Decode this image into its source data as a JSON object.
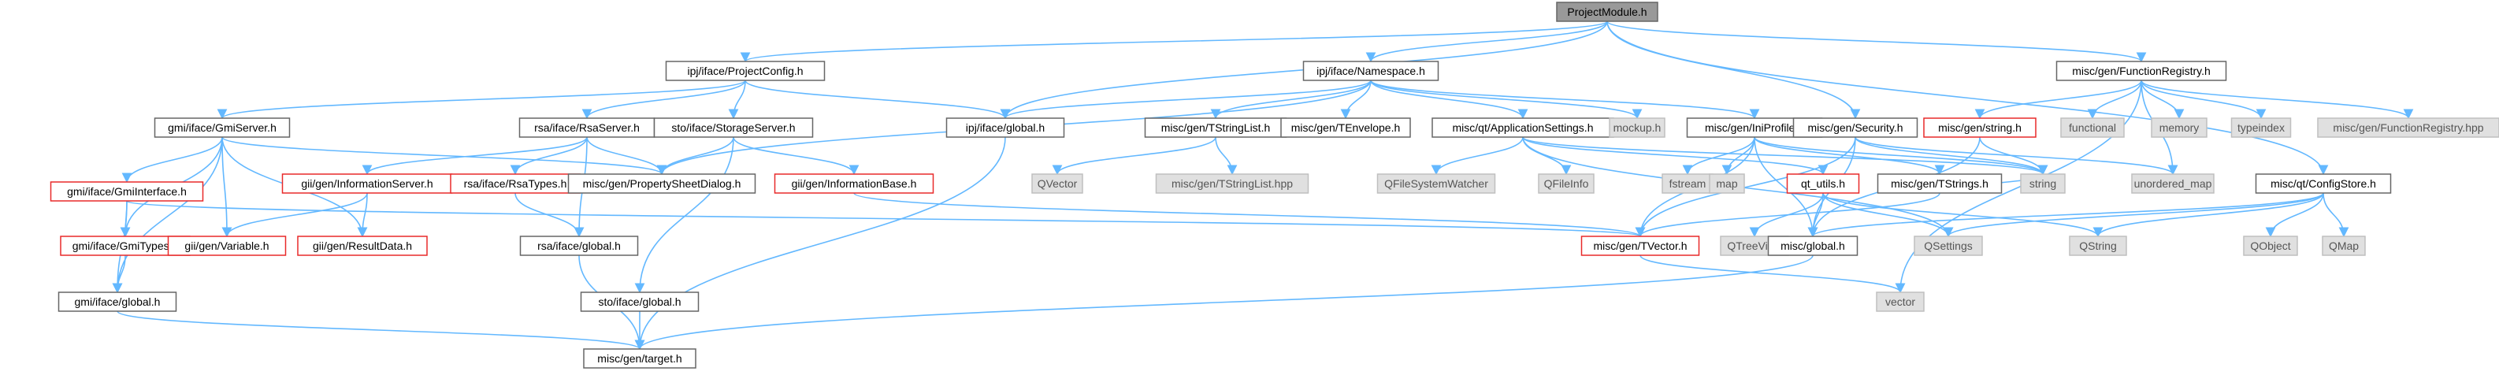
{
  "diagram": {
    "title": "ProjectModule.h",
    "colors": {
      "edge": "#63b8ff",
      "missing_border": "#e82a2a",
      "external_fill": "#e0e0e0",
      "root_fill": "#999999"
    },
    "nodes": [
      {
        "id": "projectmodule",
        "label": "ProjectModule.h",
        "kind": "root"
      },
      {
        "id": "projectconfig",
        "label": "ipj/iface/ProjectConfig.h",
        "kind": "normal"
      },
      {
        "id": "namespace",
        "label": "ipj/iface/Namespace.h",
        "kind": "normal"
      },
      {
        "id": "functionregistry",
        "label": "misc/gen/FunctionRegistry.h",
        "kind": "normal"
      },
      {
        "id": "gmiserver",
        "label": "gmi/iface/GmiServer.h",
        "kind": "normal"
      },
      {
        "id": "rsaserver",
        "label": "rsa/iface/RsaServer.h",
        "kind": "normal"
      },
      {
        "id": "storageserver",
        "label": "sto/iface/StorageServer.h",
        "kind": "normal"
      },
      {
        "id": "ipjglobal",
        "label": "ipj/iface/global.h",
        "kind": "normal"
      },
      {
        "id": "tstringlist",
        "label": "misc/gen/TStringList.h",
        "kind": "normal"
      },
      {
        "id": "tenvelope",
        "label": "misc/gen/TEnvelope.h",
        "kind": "normal"
      },
      {
        "id": "appsettings",
        "label": "misc/qt/ApplicationSettings.h",
        "kind": "normal"
      },
      {
        "id": "mockup",
        "label": "mockup.h",
        "kind": "external"
      },
      {
        "id": "iniprofile",
        "label": "misc/gen/IniProfile.h",
        "kind": "normal"
      },
      {
        "id": "security",
        "label": "misc/gen/Security.h",
        "kind": "normal"
      },
      {
        "id": "miscstring",
        "label": "misc/gen/string.h",
        "kind": "missing"
      },
      {
        "id": "functional",
        "label": "functional",
        "kind": "external"
      },
      {
        "id": "memory",
        "label": "memory",
        "kind": "external"
      },
      {
        "id": "typeindex",
        "label": "typeindex",
        "kind": "external"
      },
      {
        "id": "functionregistryhpp",
        "label": "misc/gen/FunctionRegistry.hpp",
        "kind": "external"
      },
      {
        "id": "gmiinterface",
        "label": "gmi/iface/GmiInterface.h",
        "kind": "missing"
      },
      {
        "id": "giiinfoserver",
        "label": "gii/gen/InformationServer.h",
        "kind": "missing"
      },
      {
        "id": "rsatypes",
        "label": "rsa/iface/RsaTypes.h",
        "kind": "missing"
      },
      {
        "id": "propsheet",
        "label": "misc/gen/PropertySheetDialog.h",
        "kind": "normal"
      },
      {
        "id": "giiinfobase",
        "label": "gii/gen/InformationBase.h",
        "kind": "missing"
      },
      {
        "id": "qvector",
        "label": "QVector",
        "kind": "external"
      },
      {
        "id": "tstringlisthpp",
        "label": "misc/gen/TStringList.hpp",
        "kind": "external"
      },
      {
        "id": "qfsw",
        "label": "QFileSystemWatcher",
        "kind": "external"
      },
      {
        "id": "qfileinfo",
        "label": "QFileInfo",
        "kind": "external"
      },
      {
        "id": "fstream",
        "label": "fstream",
        "kind": "external"
      },
      {
        "id": "map",
        "label": "map",
        "kind": "external"
      },
      {
        "id": "qtutils",
        "label": "qt_utils.h",
        "kind": "missing"
      },
      {
        "id": "tstrings",
        "label": "misc/gen/TStrings.h",
        "kind": "normal"
      },
      {
        "id": "string",
        "label": "string",
        "kind": "external"
      },
      {
        "id": "unorderedmap",
        "label": "unordered_map",
        "kind": "external"
      },
      {
        "id": "configstore",
        "label": "misc/qt/ConfigStore.h",
        "kind": "normal"
      },
      {
        "id": "gmitypes",
        "label": "gmi/iface/GmiTypes.h",
        "kind": "missing"
      },
      {
        "id": "giivariable",
        "label": "gii/gen/Variable.h",
        "kind": "missing"
      },
      {
        "id": "giiresultdata",
        "label": "gii/gen/ResultData.h",
        "kind": "missing"
      },
      {
        "id": "rsaglobal",
        "label": "rsa/iface/global.h",
        "kind": "normal"
      },
      {
        "id": "tvector",
        "label": "misc/gen/TVector.h",
        "kind": "missing"
      },
      {
        "id": "qtreeview",
        "label": "QTreeView",
        "kind": "external"
      },
      {
        "id": "miscglobal",
        "label": "misc/global.h",
        "kind": "normal"
      },
      {
        "id": "qsettings",
        "label": "QSettings",
        "kind": "external"
      },
      {
        "id": "qstring",
        "label": "QString",
        "kind": "external"
      },
      {
        "id": "qobject",
        "label": "QObject",
        "kind": "external"
      },
      {
        "id": "qmap",
        "label": "QMap",
        "kind": "external"
      },
      {
        "id": "gmiglobal",
        "label": "gmi/iface/global.h",
        "kind": "normal"
      },
      {
        "id": "stoglobal",
        "label": "sto/iface/global.h",
        "kind": "normal"
      },
      {
        "id": "vector",
        "label": "vector",
        "kind": "external"
      },
      {
        "id": "target",
        "label": "misc/gen/target.h",
        "kind": "normal"
      }
    ],
    "edges": [
      [
        "projectmodule",
        "projectconfig"
      ],
      [
        "projectmodule",
        "namespace"
      ],
      [
        "projectmodule",
        "functionregistry"
      ],
      [
        "projectmodule",
        "ipjglobal"
      ],
      [
        "projectmodule",
        "security"
      ],
      [
        "projectmodule",
        "configstore"
      ],
      [
        "projectconfig",
        "gmiserver"
      ],
      [
        "projectconfig",
        "rsaserver"
      ],
      [
        "projectconfig",
        "storageserver"
      ],
      [
        "projectconfig",
        "ipjglobal"
      ],
      [
        "namespace",
        "ipjglobal"
      ],
      [
        "namespace",
        "tstringlist"
      ],
      [
        "namespace",
        "tenvelope"
      ],
      [
        "namespace",
        "appsettings"
      ],
      [
        "namespace",
        "mockup"
      ],
      [
        "namespace",
        "iniprofile"
      ],
      [
        "namespace",
        "propsheet"
      ],
      [
        "functionregistry",
        "miscstring"
      ],
      [
        "functionregistry",
        "functional"
      ],
      [
        "functionregistry",
        "memory"
      ],
      [
        "functionregistry",
        "typeindex"
      ],
      [
        "functionregistry",
        "functionregistryhpp"
      ],
      [
        "functionregistry",
        "unorderedmap"
      ],
      [
        "functionregistry",
        "vector"
      ],
      [
        "gmiserver",
        "gmiinterface"
      ],
      [
        "gmiserver",
        "gmitypes"
      ],
      [
        "gmiserver",
        "giivariable"
      ],
      [
        "gmiserver",
        "giiresultdata"
      ],
      [
        "gmiserver",
        "gmiglobal"
      ],
      [
        "gmiserver",
        "propsheet"
      ],
      [
        "rsaserver",
        "giiinfoserver"
      ],
      [
        "rsaserver",
        "rsatypes"
      ],
      [
        "rsaserver",
        "propsheet"
      ],
      [
        "rsaserver",
        "rsaglobal"
      ],
      [
        "storageserver",
        "propsheet"
      ],
      [
        "storageserver",
        "giiinfobase"
      ],
      [
        "storageserver",
        "stoglobal"
      ],
      [
        "ipjglobal",
        "target"
      ],
      [
        "tstringlist",
        "qvector"
      ],
      [
        "tstringlist",
        "tstringlisthpp"
      ],
      [
        "appsettings",
        "qfsw"
      ],
      [
        "appsettings",
        "qfileinfo"
      ],
      [
        "appsettings",
        "qtutils"
      ],
      [
        "appsettings",
        "qsettings"
      ],
      [
        "appsettings",
        "string"
      ],
      [
        "iniprofile",
        "fstream"
      ],
      [
        "iniprofile",
        "map"
      ],
      [
        "iniprofile",
        "tstrings"
      ],
      [
        "iniprofile",
        "string"
      ],
      [
        "iniprofile",
        "tvector"
      ],
      [
        "iniprofile",
        "miscglobal"
      ],
      [
        "security",
        "string"
      ],
      [
        "security",
        "tvector"
      ],
      [
        "security",
        "unorderedmap"
      ],
      [
        "security",
        "miscglobal"
      ],
      [
        "miscstring",
        "string"
      ],
      [
        "miscstring",
        "miscglobal"
      ],
      [
        "gmiinterface",
        "gmitypes"
      ],
      [
        "gmiinterface",
        "gmiglobal"
      ],
      [
        "gmiinterface",
        "tvector"
      ],
      [
        "giiinfoserver",
        "giivariable"
      ],
      [
        "giiinfoserver",
        "giiresultdata"
      ],
      [
        "rsatypes",
        "rsaglobal"
      ],
      [
        "giiinfobase",
        "tvector"
      ],
      [
        "qtutils",
        "qtreeview"
      ],
      [
        "qtutils",
        "miscglobal"
      ],
      [
        "qtutils",
        "qsettings"
      ],
      [
        "qtutils",
        "qstring"
      ],
      [
        "tstrings",
        "tvector"
      ],
      [
        "tstrings",
        "string"
      ],
      [
        "configstore",
        "qsettings"
      ],
      [
        "configstore",
        "qstring"
      ],
      [
        "configstore",
        "qobject"
      ],
      [
        "configstore",
        "qmap"
      ],
      [
        "configstore",
        "miscglobal"
      ],
      [
        "gmitypes",
        "gmiglobal"
      ],
      [
        "rsaglobal",
        "target"
      ],
      [
        "tvector",
        "vector"
      ],
      [
        "miscglobal",
        "target"
      ],
      [
        "gmiglobal",
        "target"
      ],
      [
        "stoglobal",
        "target"
      ]
    ]
  }
}
